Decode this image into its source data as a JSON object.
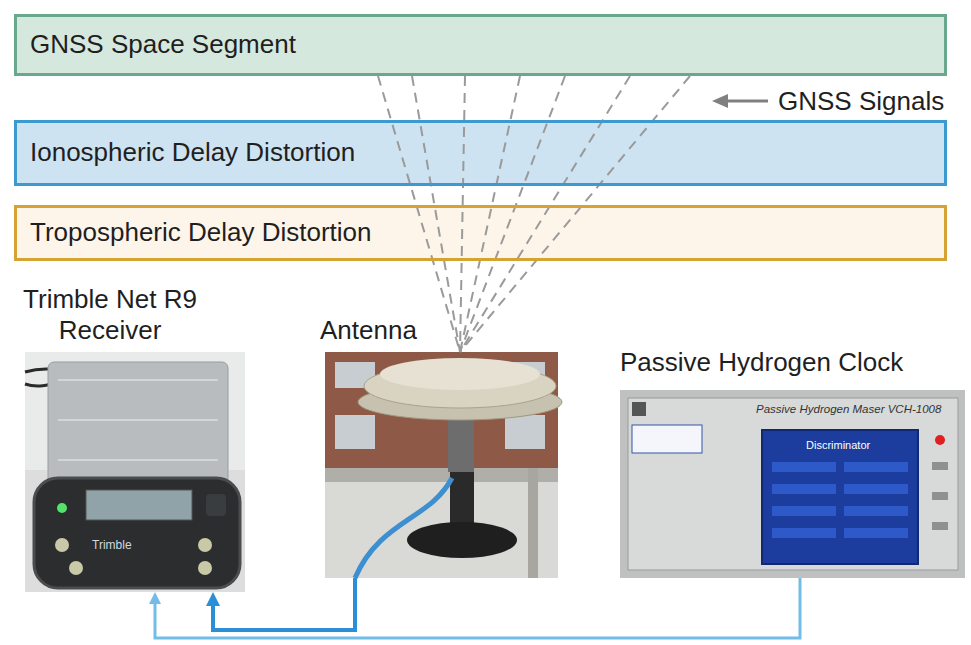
{
  "diagram": {
    "nodes": [
      {
        "text": [
          "GNSS Space Segment"
        ]
      },
      {
        "text": [
          "Ionospheric Delay Distortion"
        ]
      },
      {
        "text": [
          "Tropospheric Delay Distortion"
        ]
      },
      {
        "text": [
          "Trimble Net R9 Receiver"
        ]
      },
      {
        "text": [
          "Antenna"
        ]
      },
      {
        "text": [
          "Passive Hydrogen Clock"
        ]
      }
    ],
    "edges": [
      {
        "from": 0,
        "to": 4,
        "arrow": "none"
      },
      {
        "from": 4,
        "to": 3,
        "arrow": "to"
      },
      {
        "from": 5,
        "to": 3,
        "arrow": "to"
      }
    ],
    "labels": [
      "GNSS Signals",
      "Trimble",
      "Passive Hydrogen Maser VCH-1008",
      "Discriminator"
    ]
  }
}
